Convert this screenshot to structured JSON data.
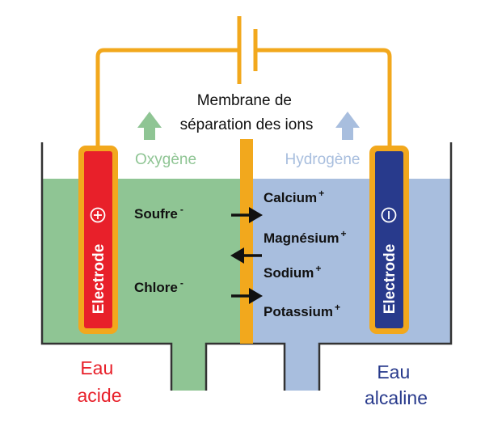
{
  "membrane_label": [
    "Membrane de",
    "séparation des ions"
  ],
  "gas_left": "Oxygène",
  "gas_right": "Hydrogène",
  "electrode_left": {
    "label": "Electrode",
    "sign": "+"
  },
  "electrode_right": {
    "label": "Electrode",
    "sign": "-"
  },
  "anions": [
    {
      "label": "Soufre",
      "charge": "-"
    },
    {
      "label": "Chlore",
      "charge": "-"
    }
  ],
  "cations": [
    {
      "label": "Calcium",
      "charge": "+"
    },
    {
      "label": "Magnésium",
      "charge": "+"
    },
    {
      "label": "Sodium",
      "charge": "+"
    },
    {
      "label": "Potassium",
      "charge": "+"
    }
  ],
  "outlet_left": [
    "Eau",
    "acide"
  ],
  "outlet_right": [
    "Eau",
    "alcaline"
  ],
  "colors": {
    "wire": "#f2a81d",
    "acid_water": "#8fc594",
    "alkaline_water": "#a8bede",
    "oxygen": "#8fc594",
    "hydrogen": "#a8bede",
    "anode": "#e8202a",
    "cathode": "#283a8c",
    "acid_text": "#e8202a",
    "alkaline_text": "#283a8c",
    "container": "#333333"
  }
}
